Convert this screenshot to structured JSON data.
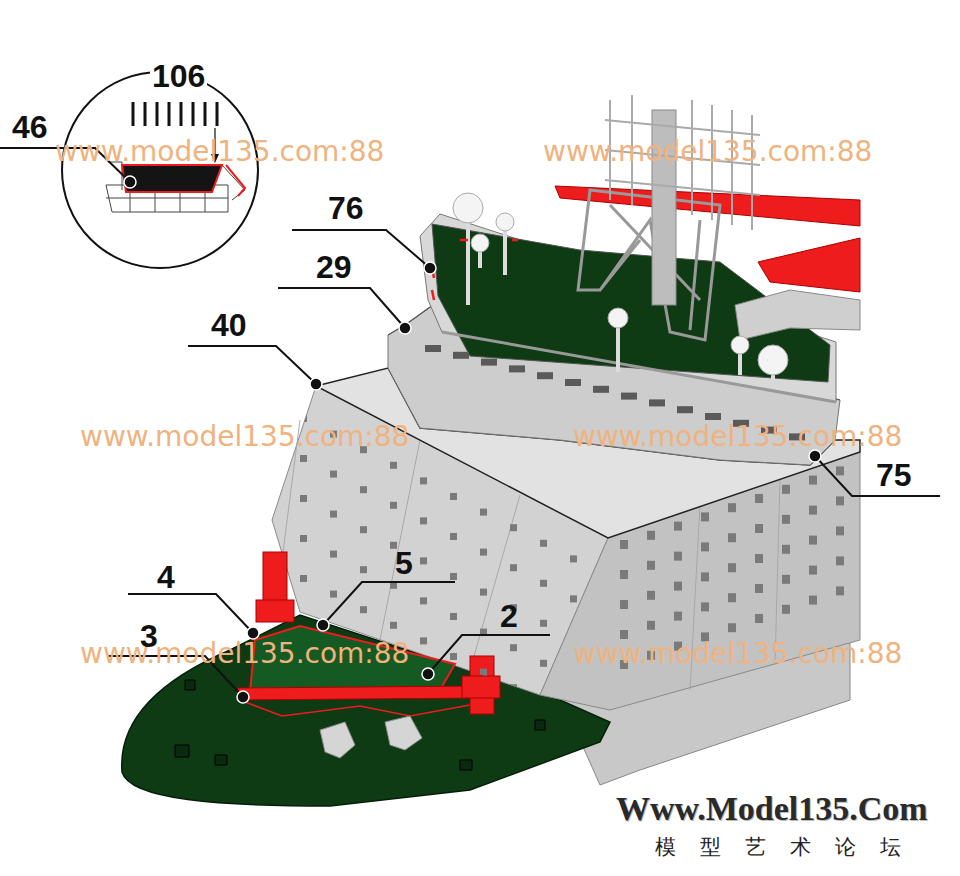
{
  "diagram": {
    "labels": [
      "106",
      "46",
      "www.model135.com:88",
      "www.model135.com:88",
      "76",
      "29",
      "40",
      "www.model135.com:88",
      "www.model135.com:88",
      "75",
      "4",
      "5",
      "2",
      "3",
      "www.model135.com:88",
      "www.model135.com:88",
      "Www.Model135.Com",
      "模型艺术论坛"
    ]
  }
}
